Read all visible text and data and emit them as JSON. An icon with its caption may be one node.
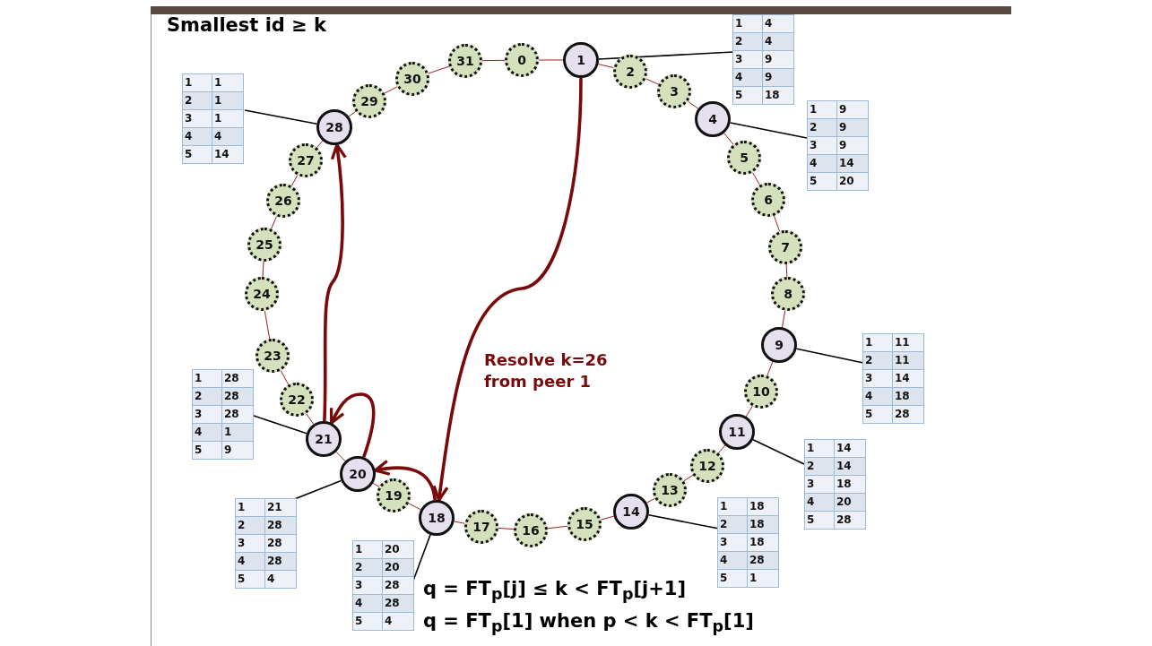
{
  "diagram": {
    "title": "Smallest id ≥ k",
    "nodes": [
      {
        "text": [
          "0"
        ]
      },
      {
        "text": [
          "1"
        ]
      },
      {
        "text": [
          "2"
        ]
      },
      {
        "text": [
          "3"
        ]
      },
      {
        "text": [
          "4"
        ]
      },
      {
        "text": [
          "5"
        ]
      },
      {
        "text": [
          "6"
        ]
      },
      {
        "text": [
          "7"
        ]
      },
      {
        "text": [
          "8"
        ]
      },
      {
        "text": [
          "9"
        ]
      },
      {
        "text": [
          "10"
        ]
      },
      {
        "text": [
          "11"
        ]
      },
      {
        "text": [
          "12"
        ]
      },
      {
        "text": [
          "13"
        ]
      },
      {
        "text": [
          "14"
        ]
      },
      {
        "text": [
          "15"
        ]
      },
      {
        "text": [
          "16"
        ]
      },
      {
        "text": [
          "17"
        ]
      },
      {
        "text": [
          "18"
        ]
      },
      {
        "text": [
          "19"
        ]
      },
      {
        "text": [
          "20"
        ]
      },
      {
        "text": [
          "21"
        ]
      },
      {
        "text": [
          "22"
        ]
      },
      {
        "text": [
          "23"
        ]
      },
      {
        "text": [
          "24"
        ]
      },
      {
        "text": [
          "25"
        ]
      },
      {
        "text": [
          "26"
        ]
      },
      {
        "text": [
          "27"
        ]
      },
      {
        "text": [
          "28"
        ]
      },
      {
        "text": [
          "29"
        ]
      },
      {
        "text": [
          "30"
        ]
      },
      {
        "text": [
          "31"
        ]
      },
      {
        "text": [
          "1",
          "4",
          "2",
          "4",
          "3",
          "9",
          "4",
          "9",
          "5",
          "18"
        ]
      },
      {
        "text": [
          "1",
          "9",
          "2",
          "9",
          "3",
          "9",
          "4",
          "14",
          "5",
          "20"
        ]
      },
      {
        "text": [
          "1",
          "11",
          "2",
          "11",
          "3",
          "14",
          "4",
          "18",
          "5",
          "28"
        ]
      },
      {
        "text": [
          "1",
          "14",
          "2",
          "14",
          "3",
          "18",
          "4",
          "20",
          "5",
          "28"
        ]
      },
      {
        "text": [
          "1",
          "18",
          "2",
          "18",
          "3",
          "18",
          "4",
          "28",
          "5",
          "1"
        ]
      },
      {
        "text": [
          "1",
          "20",
          "2",
          "20",
          "3",
          "28",
          "4",
          "28",
          "5",
          "4"
        ]
      },
      {
        "text": [
          "1",
          "21",
          "2",
          "28",
          "3",
          "28",
          "4",
          "28",
          "5",
          "4"
        ]
      },
      {
        "text": [
          "1",
          "28",
          "2",
          "28",
          "3",
          "28",
          "4",
          "1",
          "5",
          "9"
        ]
      },
      {
        "text": [
          "1",
          "1",
          "2",
          "1",
          "3",
          "1",
          "4",
          "4",
          "5",
          "14"
        ]
      }
    ],
    "edges": [
      {
        "from": 0,
        "to": 1,
        "arrow": "none"
      },
      {
        "from": 1,
        "to": 2,
        "arrow": "none"
      },
      {
        "from": 2,
        "to": 3,
        "arrow": "none"
      },
      {
        "from": 3,
        "to": 4,
        "arrow": "none"
      },
      {
        "from": 4,
        "to": 5,
        "arrow": "none"
      },
      {
        "from": 5,
        "to": 6,
        "arrow": "none"
      },
      {
        "from": 6,
        "to": 7,
        "arrow": "none"
      },
      {
        "from": 7,
        "to": 8,
        "arrow": "none"
      },
      {
        "from": 8,
        "to": 9,
        "arrow": "none"
      },
      {
        "from": 9,
        "to": 10,
        "arrow": "none"
      },
      {
        "from": 10,
        "to": 11,
        "arrow": "none"
      },
      {
        "from": 11,
        "to": 12,
        "arrow": "none"
      },
      {
        "from": 12,
        "to": 13,
        "arrow": "none"
      },
      {
        "from": 13,
        "to": 14,
        "arrow": "none"
      },
      {
        "from": 14,
        "to": 15,
        "arrow": "none"
      },
      {
        "from": 15,
        "to": 16,
        "arrow": "none"
      },
      {
        "from": 16,
        "to": 17,
        "arrow": "none"
      },
      {
        "from": 17,
        "to": 18,
        "arrow": "none"
      },
      {
        "from": 18,
        "to": 19,
        "arrow": "none"
      },
      {
        "from": 19,
        "to": 20,
        "arrow": "none"
      },
      {
        "from": 20,
        "to": 21,
        "arrow": "none"
      },
      {
        "from": 21,
        "to": 22,
        "arrow": "none"
      },
      {
        "from": 22,
        "to": 23,
        "arrow": "none"
      },
      {
        "from": 23,
        "to": 24,
        "arrow": "none"
      },
      {
        "from": 24,
        "to": 25,
        "arrow": "none"
      },
      {
        "from": 25,
        "to": 26,
        "arrow": "none"
      },
      {
        "from": 26,
        "to": 27,
        "arrow": "none"
      },
      {
        "from": 27,
        "to": 28,
        "arrow": "none"
      },
      {
        "from": 28,
        "to": 29,
        "arrow": "none"
      },
      {
        "from": 29,
        "to": 30,
        "arrow": "none"
      },
      {
        "from": 30,
        "to": 31,
        "arrow": "none"
      },
      {
        "from": 31,
        "to": 0,
        "arrow": "none"
      },
      {
        "from": 32,
        "to": 1,
        "arrow": "none",
        "color": "#000000"
      },
      {
        "from": 33,
        "to": 4,
        "arrow": "none",
        "color": "#000000"
      },
      {
        "from": 34,
        "to": 9,
        "arrow": "none",
        "color": "#000000"
      },
      {
        "from": 35,
        "to": 11,
        "arrow": "none",
        "color": "#000000"
      },
      {
        "from": 36,
        "to": 14,
        "arrow": "none",
        "color": "#000000"
      },
      {
        "from": 37,
        "to": 18,
        "arrow": "none",
        "color": "#000000"
      },
      {
        "from": 38,
        "to": 20,
        "arrow": "none",
        "color": "#000000"
      },
      {
        "from": 39,
        "to": 21,
        "arrow": "none",
        "color": "#000000"
      },
      {
        "from": 40,
        "to": 28,
        "arrow": "none",
        "color": "#000000"
      },
      {
        "from": 1,
        "to": 18,
        "arrow": "to",
        "style": "thick",
        "color": "#7a0a0a",
        "label": "Resolve k=26 from peer 1"
      },
      {
        "from": 18,
        "to": 20,
        "arrow": "to",
        "style": "thick",
        "color": "#7a0a0a"
      },
      {
        "from": 20,
        "to": 21,
        "arrow": "to",
        "style": "thick",
        "color": "#7a0a0a"
      },
      {
        "from": 21,
        "to": 28,
        "arrow": "to",
        "style": "thick",
        "color": "#7a0a0a"
      }
    ],
    "labels": [
      "q = FT$_{p}$[j] ≤ k < FT$_{p}$[j+1]",
      "q = FT$_{p}$[1] when p < k < FT$_{p}$[1]"
    ]
  }
}
